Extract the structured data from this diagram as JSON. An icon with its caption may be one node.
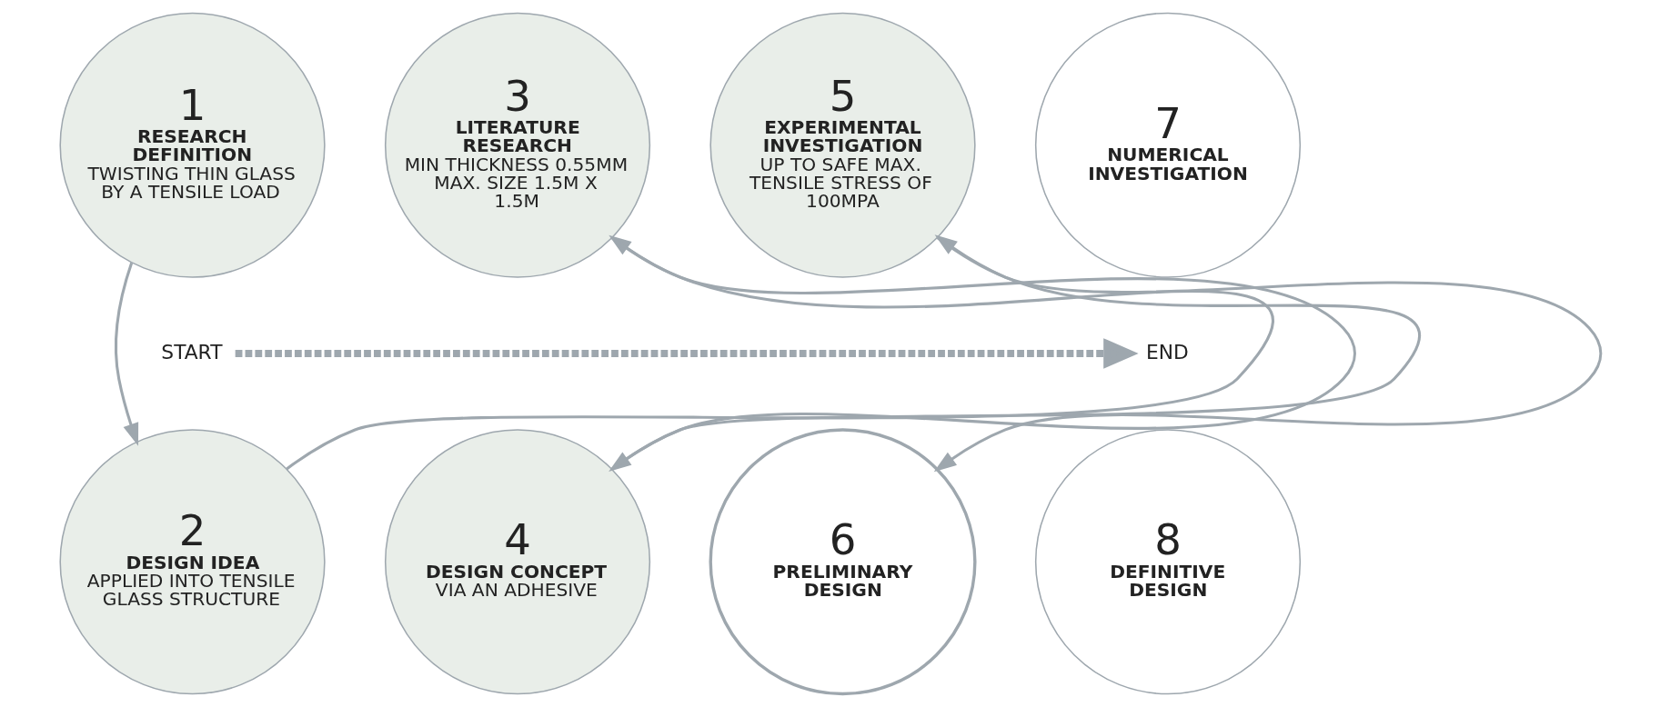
{
  "diagram": {
    "nodes": [
      {
        "text": [
          "1",
          "RESEARCH DEFINITION",
          "TWISTING THIN GLASS BY A TENSILE LOAD"
        ]
      },
      {
        "text": [
          "2",
          "DESIGN IDEA",
          "APPLIED INTO TENSILE GLASS STRUCTURE"
        ]
      },
      {
        "text": [
          "3",
          "LITERATURE RESEARCH",
          "MIN THICKNESS 0.55MM MAX. SIZE 1.5M X 1.5M"
        ]
      },
      {
        "text": [
          "4",
          "DESIGN CONCEPT",
          "VIA AN ADHESIVE"
        ]
      },
      {
        "text": [
          "5",
          "EXPERIMENTAL INVESTIGATION",
          "UP TO SAFE MAX. TENSILE STRESS OF 100MPA"
        ]
      },
      {
        "text": [
          "6",
          "PRELIMINARY DESIGN"
        ]
      },
      {
        "text": [
          "7",
          "NUMERICAL INVESTIGATION"
        ]
      },
      {
        "text": [
          "8",
          "DEFINITIVE DESIGN"
        ]
      },
      {
        "text": [
          "START"
        ]
      },
      {
        "text": [
          "END"
        ]
      }
    ],
    "edges": [
      {
        "from": 0,
        "to": 1,
        "arrow": "to"
      },
      {
        "from": 1,
        "to": 2,
        "arrow": "to"
      },
      {
        "from": 2,
        "to": 3,
        "arrow": "to"
      },
      {
        "from": 3,
        "to": 4,
        "arrow": "to"
      },
      {
        "from": 4,
        "to": 5,
        "arrow": "to"
      },
      {
        "from": 8,
        "to": 9,
        "arrow": "to",
        "style": "dashed"
      }
    ]
  }
}
